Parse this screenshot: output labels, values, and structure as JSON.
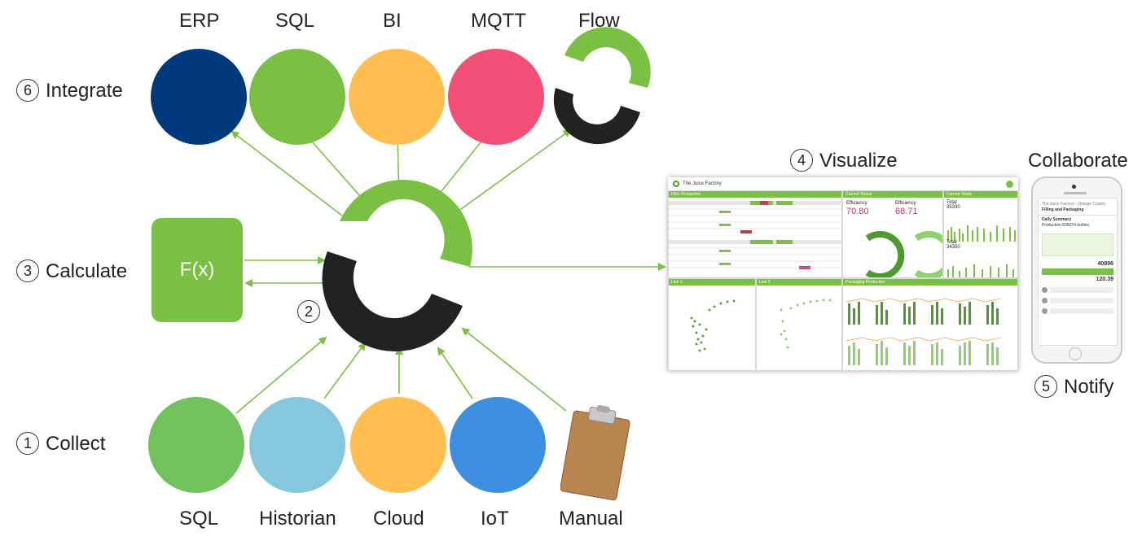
{
  "steps": {
    "integrate": {
      "num": "6",
      "label": "Integrate"
    },
    "calculate": {
      "num": "3",
      "label": "Calculate"
    },
    "collect": {
      "num": "1",
      "label": "Collect"
    },
    "visualize": {
      "num": "4",
      "label": "Visualize"
    },
    "notify": {
      "num": "5",
      "label": "Notify"
    },
    "hub": {
      "num": "2"
    }
  },
  "integrate_targets": [
    {
      "label": "ERP",
      "color": "#003a7d"
    },
    {
      "label": "SQL",
      "color": "#7ac143"
    },
    {
      "label": "BI",
      "color": "#ffbe4f"
    },
    {
      "label": "MQTT",
      "color": "#f24f77"
    },
    {
      "label": "Flow",
      "color": "#7ac143"
    }
  ],
  "collect_sources": [
    {
      "label": "SQL",
      "color": "#72c25e"
    },
    {
      "label": "Historian",
      "color": "#86c7dd"
    },
    {
      "label": "Cloud",
      "color": "#ffbe4f"
    },
    {
      "label": "IoT",
      "color": "#3d8fdf"
    },
    {
      "label": "Manual",
      "color": "#b98652"
    }
  ],
  "calculate_box": {
    "label": "F(x)",
    "color": "#7ac143"
  },
  "collaborate_label": "Collaborate",
  "colors": {
    "arrow": "#7ac143",
    "flow_green": "#7ac143",
    "flow_black": "#222222"
  },
  "dashboard": {
    "app_name": "The Juice Factory",
    "panels": [
      "Filler Production",
      "Current Status",
      "Current Totals",
      "Line 1",
      "Line 2",
      "Packaging Production"
    ],
    "efficiency_label": "Efficiency",
    "efficiency_1": "70.80",
    "efficiency_2": "68.71",
    "total_label": "Total",
    "total_1": "35330",
    "total_2": "34350"
  },
  "phone": {
    "title": "Filling and Packaging",
    "subtitle": "The Juice Factory - Orange County",
    "summary_title": "Daily Summary",
    "summary_line": "Production 838224 bottles",
    "value_1": "40896",
    "value_2": "120.39"
  }
}
